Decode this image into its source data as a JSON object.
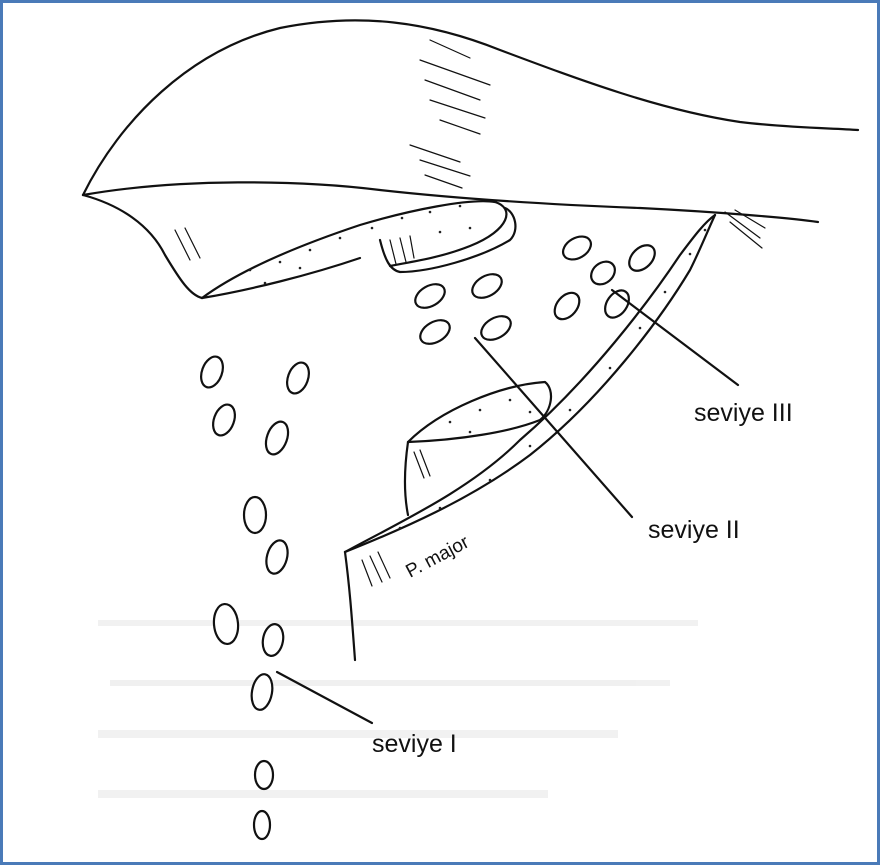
{
  "diagram": {
    "labels": {
      "level_1": "seviye I",
      "level_2": "seviye II",
      "level_3": "seviye III",
      "muscle": "P. major"
    },
    "border_color": "#4a7ab8",
    "line_color": "#111111"
  }
}
